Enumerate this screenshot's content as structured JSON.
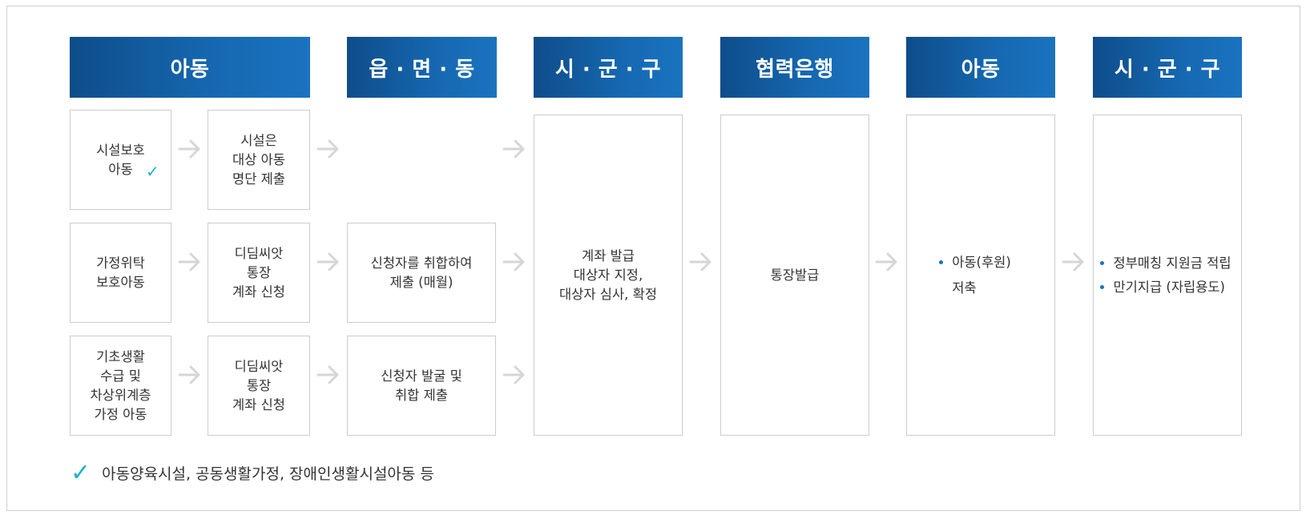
{
  "headers": [
    "아동",
    "읍 · 면 · 동",
    "시 · 군 · 구",
    "협력은행",
    "아동",
    "시 · 군 · 구"
  ],
  "child_column": {
    "facility": "시설보호\n아동",
    "foster": "가정위탁\n보호아동",
    "basic": "기초생활\n수급 및\n차상위계층\n가정 아동"
  },
  "apply_column": {
    "facility": "시설은\n대상 아동\n명단 제출",
    "foster": "디딤씨앗\n통장\n계좌 신청",
    "basic": "디딤씨앗\n통장\n계좌 신청"
  },
  "town_column": {
    "foster": "신청자를 취합하여\n제출 (매월)",
    "basic": "신청자 발굴 및\n취합 제출"
  },
  "city_box": "계좌 발급\n대상자 지정,\n대상자 심사, 확정",
  "bank_box": "통장발급",
  "child_save": {
    "item": "아동(후원)",
    "cont": "저축"
  },
  "city_final": [
    "정부매칭 지원금 적립",
    "만기지급 (자립용도)"
  ],
  "footnote": "아동양육시설, 공동생활가정, 장애인생활시설아동 등",
  "icons": {
    "check": "check-icon",
    "arrow": "arrow-right-icon"
  },
  "colors": {
    "header": "#1668b1",
    "check": "#1ab3c9",
    "arrow": "#d6d6d6",
    "border": "#cccccc"
  }
}
